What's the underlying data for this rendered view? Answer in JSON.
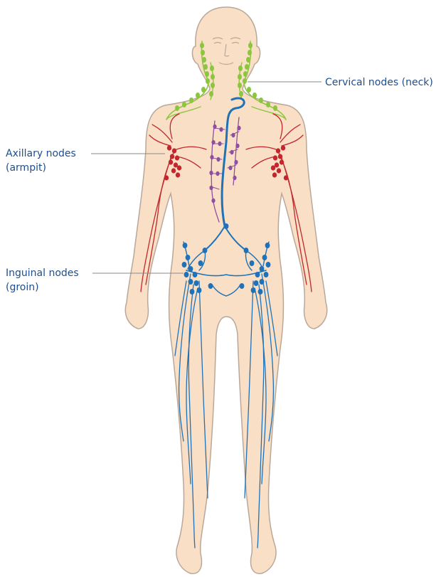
{
  "labels": {
    "cervical": {
      "line1": "Cervical nodes (neck)"
    },
    "axillary": {
      "line1": "Axillary nodes",
      "line2": "(armpit)"
    },
    "inguinal": {
      "line1": "Inguinal nodes",
      "line2": "(groin)"
    }
  },
  "colors": {
    "skin": "#f9dfc5",
    "outline": "#b9a89a",
    "cervical": "#8cc63f",
    "axillary": "#c1272d",
    "thoracic": "#8e4fa0",
    "central": "#1f72b8",
    "label_text": "#1f4e8c"
  },
  "icons": [
    "human-body-figure"
  ]
}
